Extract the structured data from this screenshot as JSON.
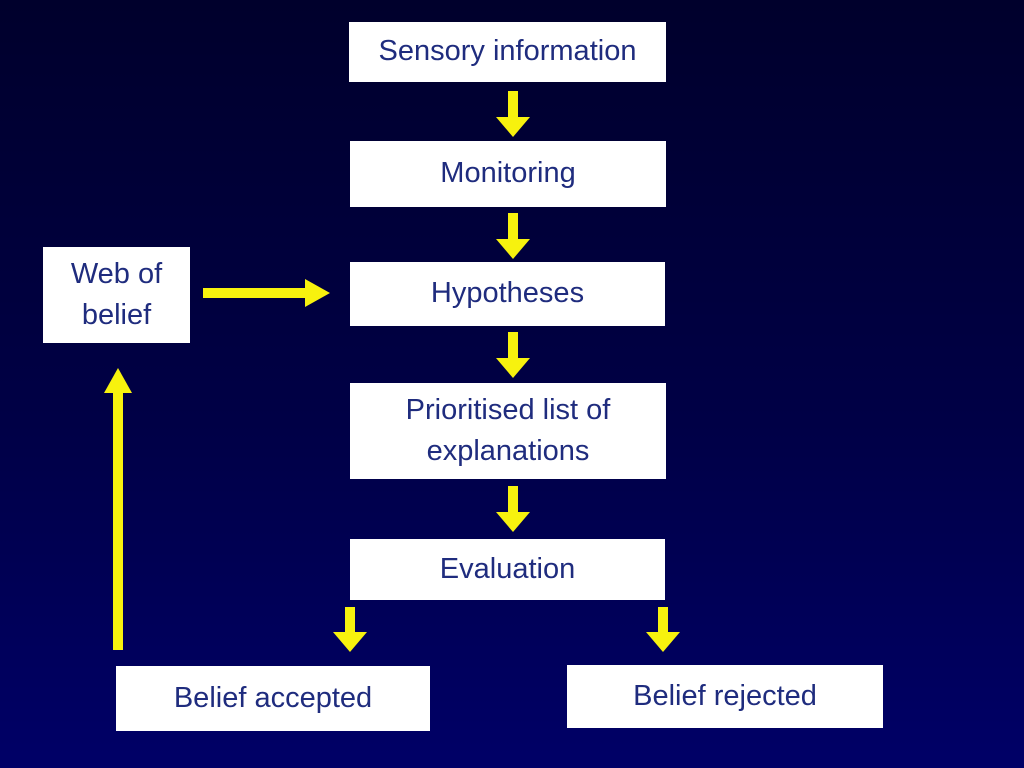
{
  "slide": {
    "kind": "flowchart-slide"
  },
  "colors": {
    "background_top": "#00002c",
    "background_bottom": "#000067",
    "box_fill": "#ffffff",
    "box_text": "#1f2c7e",
    "arrow": "#f7f20e"
  },
  "nodes": {
    "sensory_information": "Sensory information",
    "monitoring": "Monitoring",
    "web_of_belief": "Web of belief",
    "hypotheses": "Hypotheses",
    "prioritised_list": "Prioritised list of explanations",
    "evaluation": "Evaluation",
    "belief_accepted": "Belief accepted",
    "belief_rejected": "Belief rejected"
  },
  "edges": [
    {
      "from": "sensory_information",
      "to": "monitoring",
      "direction": "down"
    },
    {
      "from": "monitoring",
      "to": "hypotheses",
      "direction": "down"
    },
    {
      "from": "web_of_belief",
      "to": "hypotheses",
      "direction": "right"
    },
    {
      "from": "hypotheses",
      "to": "prioritised_list",
      "direction": "down"
    },
    {
      "from": "prioritised_list",
      "to": "evaluation",
      "direction": "down"
    },
    {
      "from": "evaluation",
      "to": "belief_accepted",
      "direction": "down"
    },
    {
      "from": "evaluation",
      "to": "belief_rejected",
      "direction": "down"
    },
    {
      "from": "belief_accepted",
      "to": "web_of_belief",
      "direction": "up"
    }
  ]
}
